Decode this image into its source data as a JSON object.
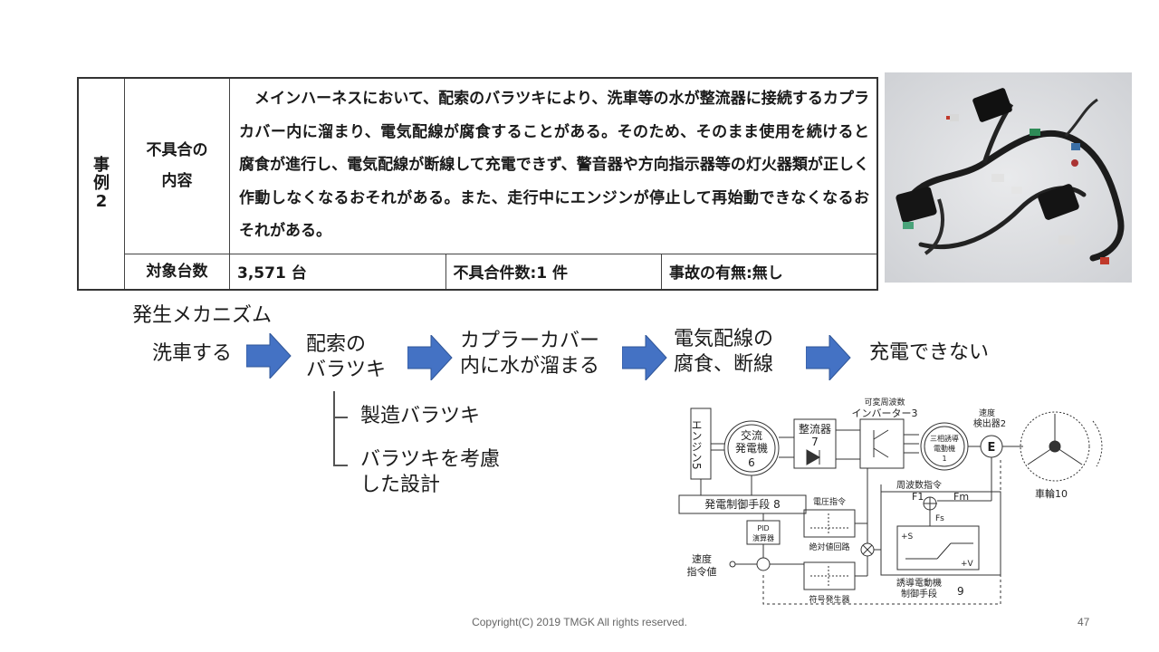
{
  "table": {
    "case_label": [
      "事",
      "例",
      "2"
    ],
    "defect_label": [
      "不具合の",
      "内容"
    ],
    "defect_text": "　メインハーネスにおいて、配索のバラツキにより、洗車等の水が整流器に接続するカプラカバー内に溜まり、電気配線が腐食することがある。そのため、そのまま使用を続けると腐食が進行し、電気配線が断線して充電できず、警音器や方向指示器等の灯火器類が正しく作動しなくなるおそれがある。また、走行中にエンジンが停止して再始動できなくなるおそれがある。",
    "count_label": "対象台数",
    "count_value": "3,571 台",
    "defect_count": "不具合件数:1 件",
    "accident": "事故の有無:無し"
  },
  "mechanism": {
    "title": "発生メカニズム",
    "steps": [
      [
        "洗車する"
      ],
      [
        "配索の",
        "バラツキ"
      ],
      [
        "カプラーカバー",
        "内に水が溜まる"
      ],
      [
        "電気配線の",
        "腐食、断線"
      ],
      [
        "充電できない"
      ]
    ],
    "arrow_color": "#4472c4",
    "causes": [
      [
        "製造バラツキ"
      ],
      [
        "バラツキを考慮",
        "した設計"
      ]
    ]
  },
  "diagram": {
    "engine": "エンジン5",
    "alternator": [
      "交流",
      "発電機",
      "6"
    ],
    "rectifier": [
      "整流器",
      "7"
    ],
    "inverter_label": [
      "可変周波数",
      "インバーター3"
    ],
    "motor": [
      "三相誘導",
      "電動機",
      "1"
    ],
    "speed_detector": [
      "速度",
      "検出器2"
    ],
    "e_symbol": "E",
    "wheel": "車輪10",
    "gen_control": "発電制御手段 8",
    "voltage_cmd": "電圧指令",
    "freq_cmd": "周波数指令",
    "pid": [
      "PID",
      "演算器"
    ],
    "abs_circuit": "絶対値回路",
    "sign_gen": "符号発生器",
    "speed_cmd": [
      "速度",
      "指令値"
    ],
    "f1": "F1",
    "fm": "Fm",
    "fs": "Fs",
    "plus_s": "+S",
    "plus_v": "+V",
    "motor_control": [
      "誘導電動機",
      "制御手段"
    ],
    "nine": "9"
  },
  "footer": {
    "copyright": "Copyright(C) 2019 TMGK All rights reserved.",
    "page": "47"
  }
}
